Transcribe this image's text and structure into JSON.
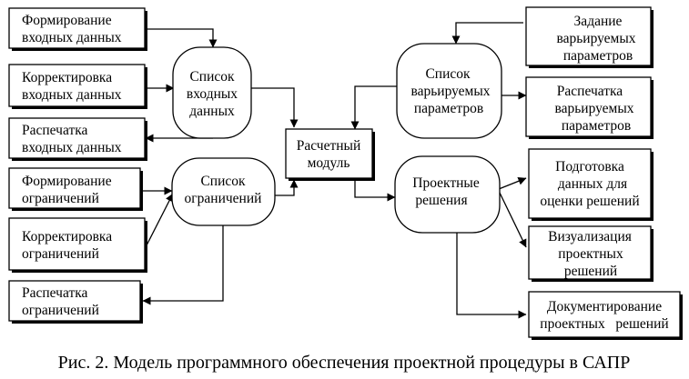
{
  "boxes": {
    "form_input": [
      "Формирование",
      "входных данных"
    ],
    "correct_input": [
      "Корректировка",
      "входных данных"
    ],
    "print_input": [
      "Распечатка",
      "входных данных"
    ],
    "form_constraints": [
      "Формирование",
      "ограничений"
    ],
    "correct_constraints": [
      "Корректировка",
      "ограничений"
    ],
    "print_constraints": [
      "Распечатка",
      "ограничений"
    ],
    "calc_module": [
      "Расчетный",
      "модуль"
    ],
    "set_params": [
      "Задание",
      "варьируемых",
      "параметров"
    ],
    "print_params": [
      "Распечатка",
      "варьируемых",
      "параметров"
    ],
    "prepare_data": [
      "Подготовка",
      "данных для",
      "оценки решений"
    ],
    "visualize": [
      "Визуализация",
      "проектных",
      "решений"
    ],
    "document": [
      "Документирование",
      "проектных   решений"
    ]
  },
  "stores": {
    "input_list": [
      "Список",
      "входных",
      "данных"
    ],
    "constraints_list": [
      "Список",
      "ограничений"
    ],
    "params_list": [
      "Список",
      "варьируемых",
      "параметров"
    ],
    "solutions": [
      "Проектные",
      "решения"
    ]
  },
  "caption": "Рис. 2. Модель программного обеспечения проектной процедуры в САПР"
}
